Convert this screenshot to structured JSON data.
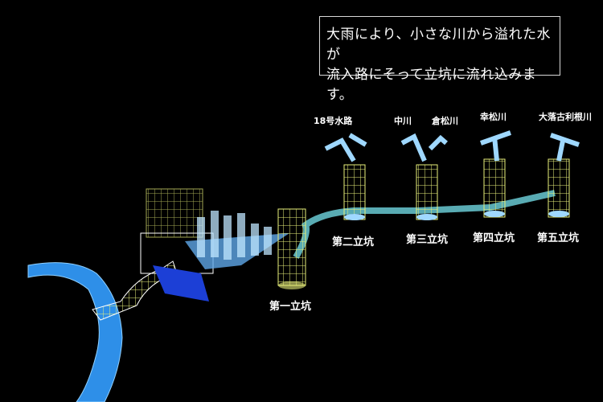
{
  "caption": {
    "line1": "大雨により、小さな川から溢れた水が",
    "line2": "流入路にそって立坑に流れ込みます。"
  },
  "shafts": [
    {
      "label": "第一立坑"
    },
    {
      "label": "第二立坑"
    },
    {
      "label": "第三立坑"
    },
    {
      "label": "第四立坑"
    },
    {
      "label": "第五立坑"
    }
  ],
  "rivers": [
    "18号水路",
    "中川",
    "倉松川",
    "幸松川",
    "大落古利根川"
  ],
  "colors": {
    "water": "#2e8fe8",
    "grid": "#e8ef7a",
    "tunnel": "#6fd6e0",
    "background": "#000000"
  }
}
